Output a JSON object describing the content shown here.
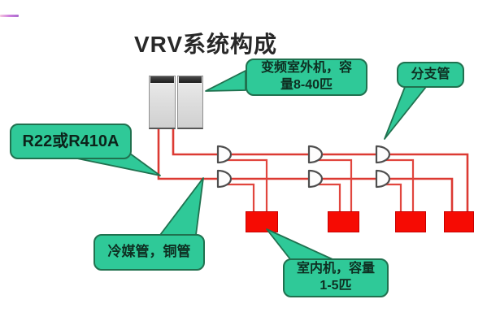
{
  "title": "VRV系统构成",
  "callouts": {
    "outdoor": {
      "line1": "变频室外机，容",
      "line2": "量8-40匹"
    },
    "branch": {
      "label": "分支管"
    },
    "refrigerant": {
      "label": "R22或R410A"
    },
    "copper": {
      "label": "冷媒管，铜管"
    },
    "indoor": {
      "line1": "室内机，容量",
      "line2": "1-5匹"
    }
  },
  "diagram": {
    "outdoor_unit_modules": 2,
    "indoor_units": 4,
    "branch_joints": 6,
    "main_pipe_runs": 2
  },
  "colors": {
    "callout_fill": "#2fc998",
    "callout_border": "#20714f",
    "callout_text": "#0e2f22",
    "pipe_red": "#dc3a33",
    "indoor_unit_fill": "#f60b03",
    "indoor_unit_border": "#c70000",
    "outdoor_unit_body": "#dcdcdc",
    "outdoor_unit_cap": "#1d1d1d",
    "branch_symbol_outline": "#4f4f4f",
    "title_text": "#282828"
  }
}
